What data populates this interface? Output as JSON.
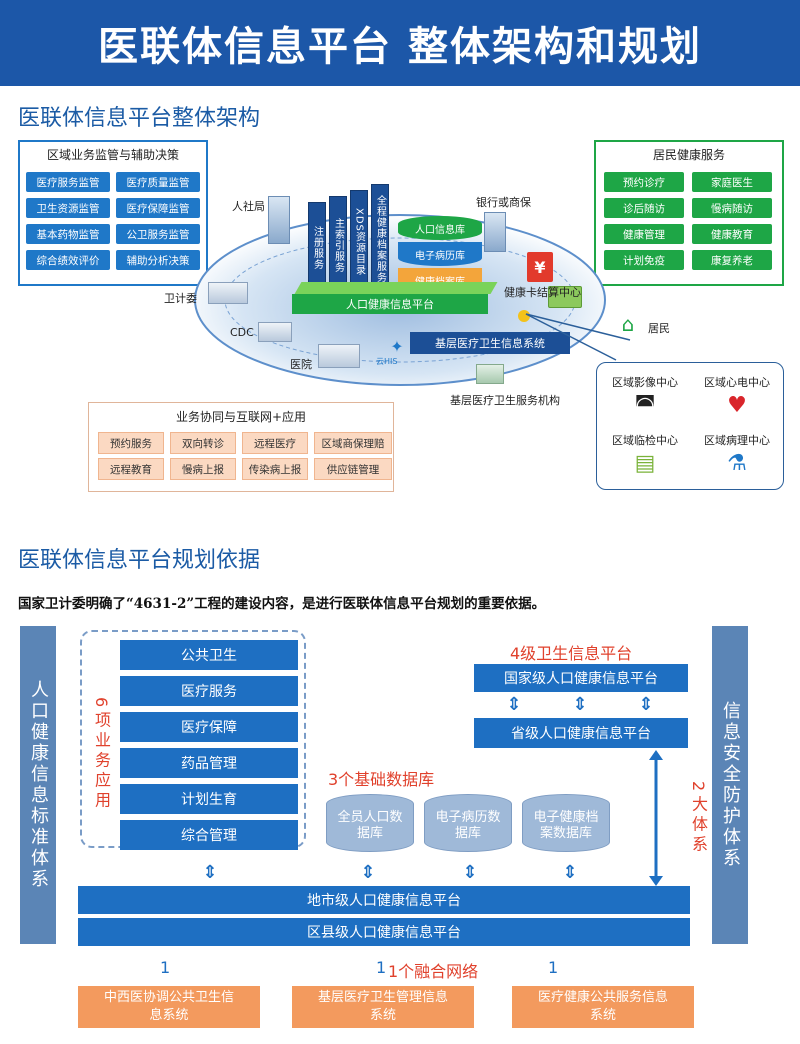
{
  "header": {
    "title": "医联体信息平台 整体架构和规划"
  },
  "architecture": {
    "title": "医联体信息平台整体架构",
    "gov_box": {
      "title": "区域业务监管与辅助决策",
      "items": [
        "医疗服务监管",
        "医疗质量监管",
        "卫生资源监管",
        "医疗保障监管",
        "基本药物监管",
        "公卫服务监管",
        "综合绩效评价",
        "辅助分析决策"
      ]
    },
    "resident_box": {
      "title": "居民健康服务",
      "items": [
        "预约诊疗",
        "家庭医生",
        "诊后随访",
        "慢病随访",
        "健康管理",
        "健康教育",
        "计划免疫",
        "康复养老"
      ]
    },
    "nodes": {
      "hrss": "人社局",
      "bank": "银行或商保",
      "health_commission": "卫计委",
      "cdc": "CDC",
      "hospital": "医院",
      "card_center": "健康卡结算中心",
      "residents": "居民",
      "primary_inst": "基层医疗卫生服务机构"
    },
    "towers": [
      "注册服务",
      "主索引服务",
      "XDS资源目录",
      "全程健康档案服务"
    ],
    "database_layers": [
      "人口信息库",
      "电子病历库",
      "健康档案库"
    ],
    "platform_label": "人口健康信息平台",
    "primary_system_label": "基层医疗卫生信息系统",
    "cloud_logo": "云HIS",
    "regional_centers": [
      {
        "label": "区域影像中心",
        "icon": "imaging-icon"
      },
      {
        "label": "区域心电中心",
        "icon": "heart-icon"
      },
      {
        "label": "区域临检中心",
        "icon": "clipboard-icon"
      },
      {
        "label": "区域病理中心",
        "icon": "flask-icon"
      }
    ],
    "coop_box": {
      "title": "业务协同与互联网+应用",
      "items": [
        "预约服务",
        "双向转诊",
        "远程医疗",
        "区域商保理赔",
        "远程教育",
        "慢病上报",
        "传染病上报",
        "供应链管理"
      ]
    }
  },
  "planning": {
    "title": "医联体信息平台规划依据",
    "subtitle": "国家卫计委明确了“4631-2”工程的建设内容，是进行医联体信息平台规划的重要依据。",
    "left_column": "人口健康信息标准体系",
    "right_column": "信息安全防护体系",
    "six_apps_label": "6项业务应用",
    "six_apps": [
      "公共卫生",
      "医疗服务",
      "医疗保障",
      "药品管理",
      "计划生育",
      "综合管理"
    ],
    "four_level_label": "4级卫生信息平台",
    "national_platform": "国家级人口健康信息平台",
    "provincial_platform": "省级人口健康信息平台",
    "three_db_label": "3个基础数据库",
    "databases": [
      "全员人口数据库",
      "电子病历数据库",
      "电子健康档案数据库"
    ],
    "two_systems_label": "2大体系",
    "city_platform": "地市级人口健康信息平台",
    "county_platform": "区县级人口健康信息平台",
    "one_network_label": "1个融合网络",
    "ones": [
      "1",
      "1",
      "1"
    ],
    "bottom_systems": [
      "中西医协调公共卫生信息系统",
      "基层医疗卫生管理信息系统",
      "医疗健康公共服务信息系统"
    ]
  },
  "colors": {
    "banner": "#1c57a8",
    "blue": "#1e6fc2",
    "green": "#1ea646",
    "orange": "#f39a5e",
    "red": "#e0412c"
  }
}
